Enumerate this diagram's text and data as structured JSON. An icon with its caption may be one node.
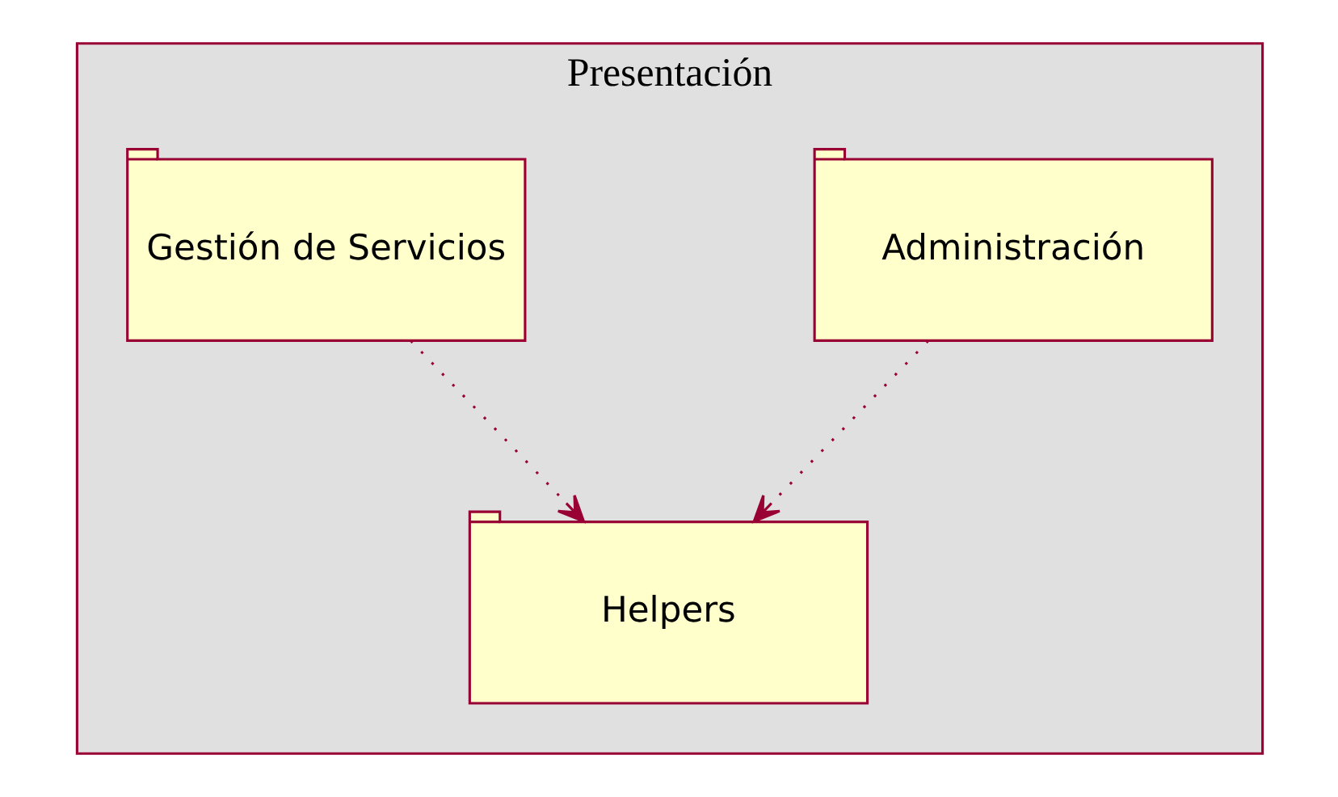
{
  "diagram": {
    "nodes": [
      {
        "text": [
          "Presentación"
        ]
      },
      {
        "text": [
          "Administración"
        ],
        "in": 0
      },
      {
        "text": [
          "Gestión de Servicios"
        ],
        "in": 0
      },
      {
        "text": [
          "Helpers"
        ],
        "in": 0
      }
    ],
    "edges": [
      {
        "from": 1,
        "to": 3,
        "arrow": "to",
        "style": "dashed"
      },
      {
        "from": 2,
        "to": 3,
        "arrow": "to",
        "style": "dashed"
      }
    ]
  }
}
